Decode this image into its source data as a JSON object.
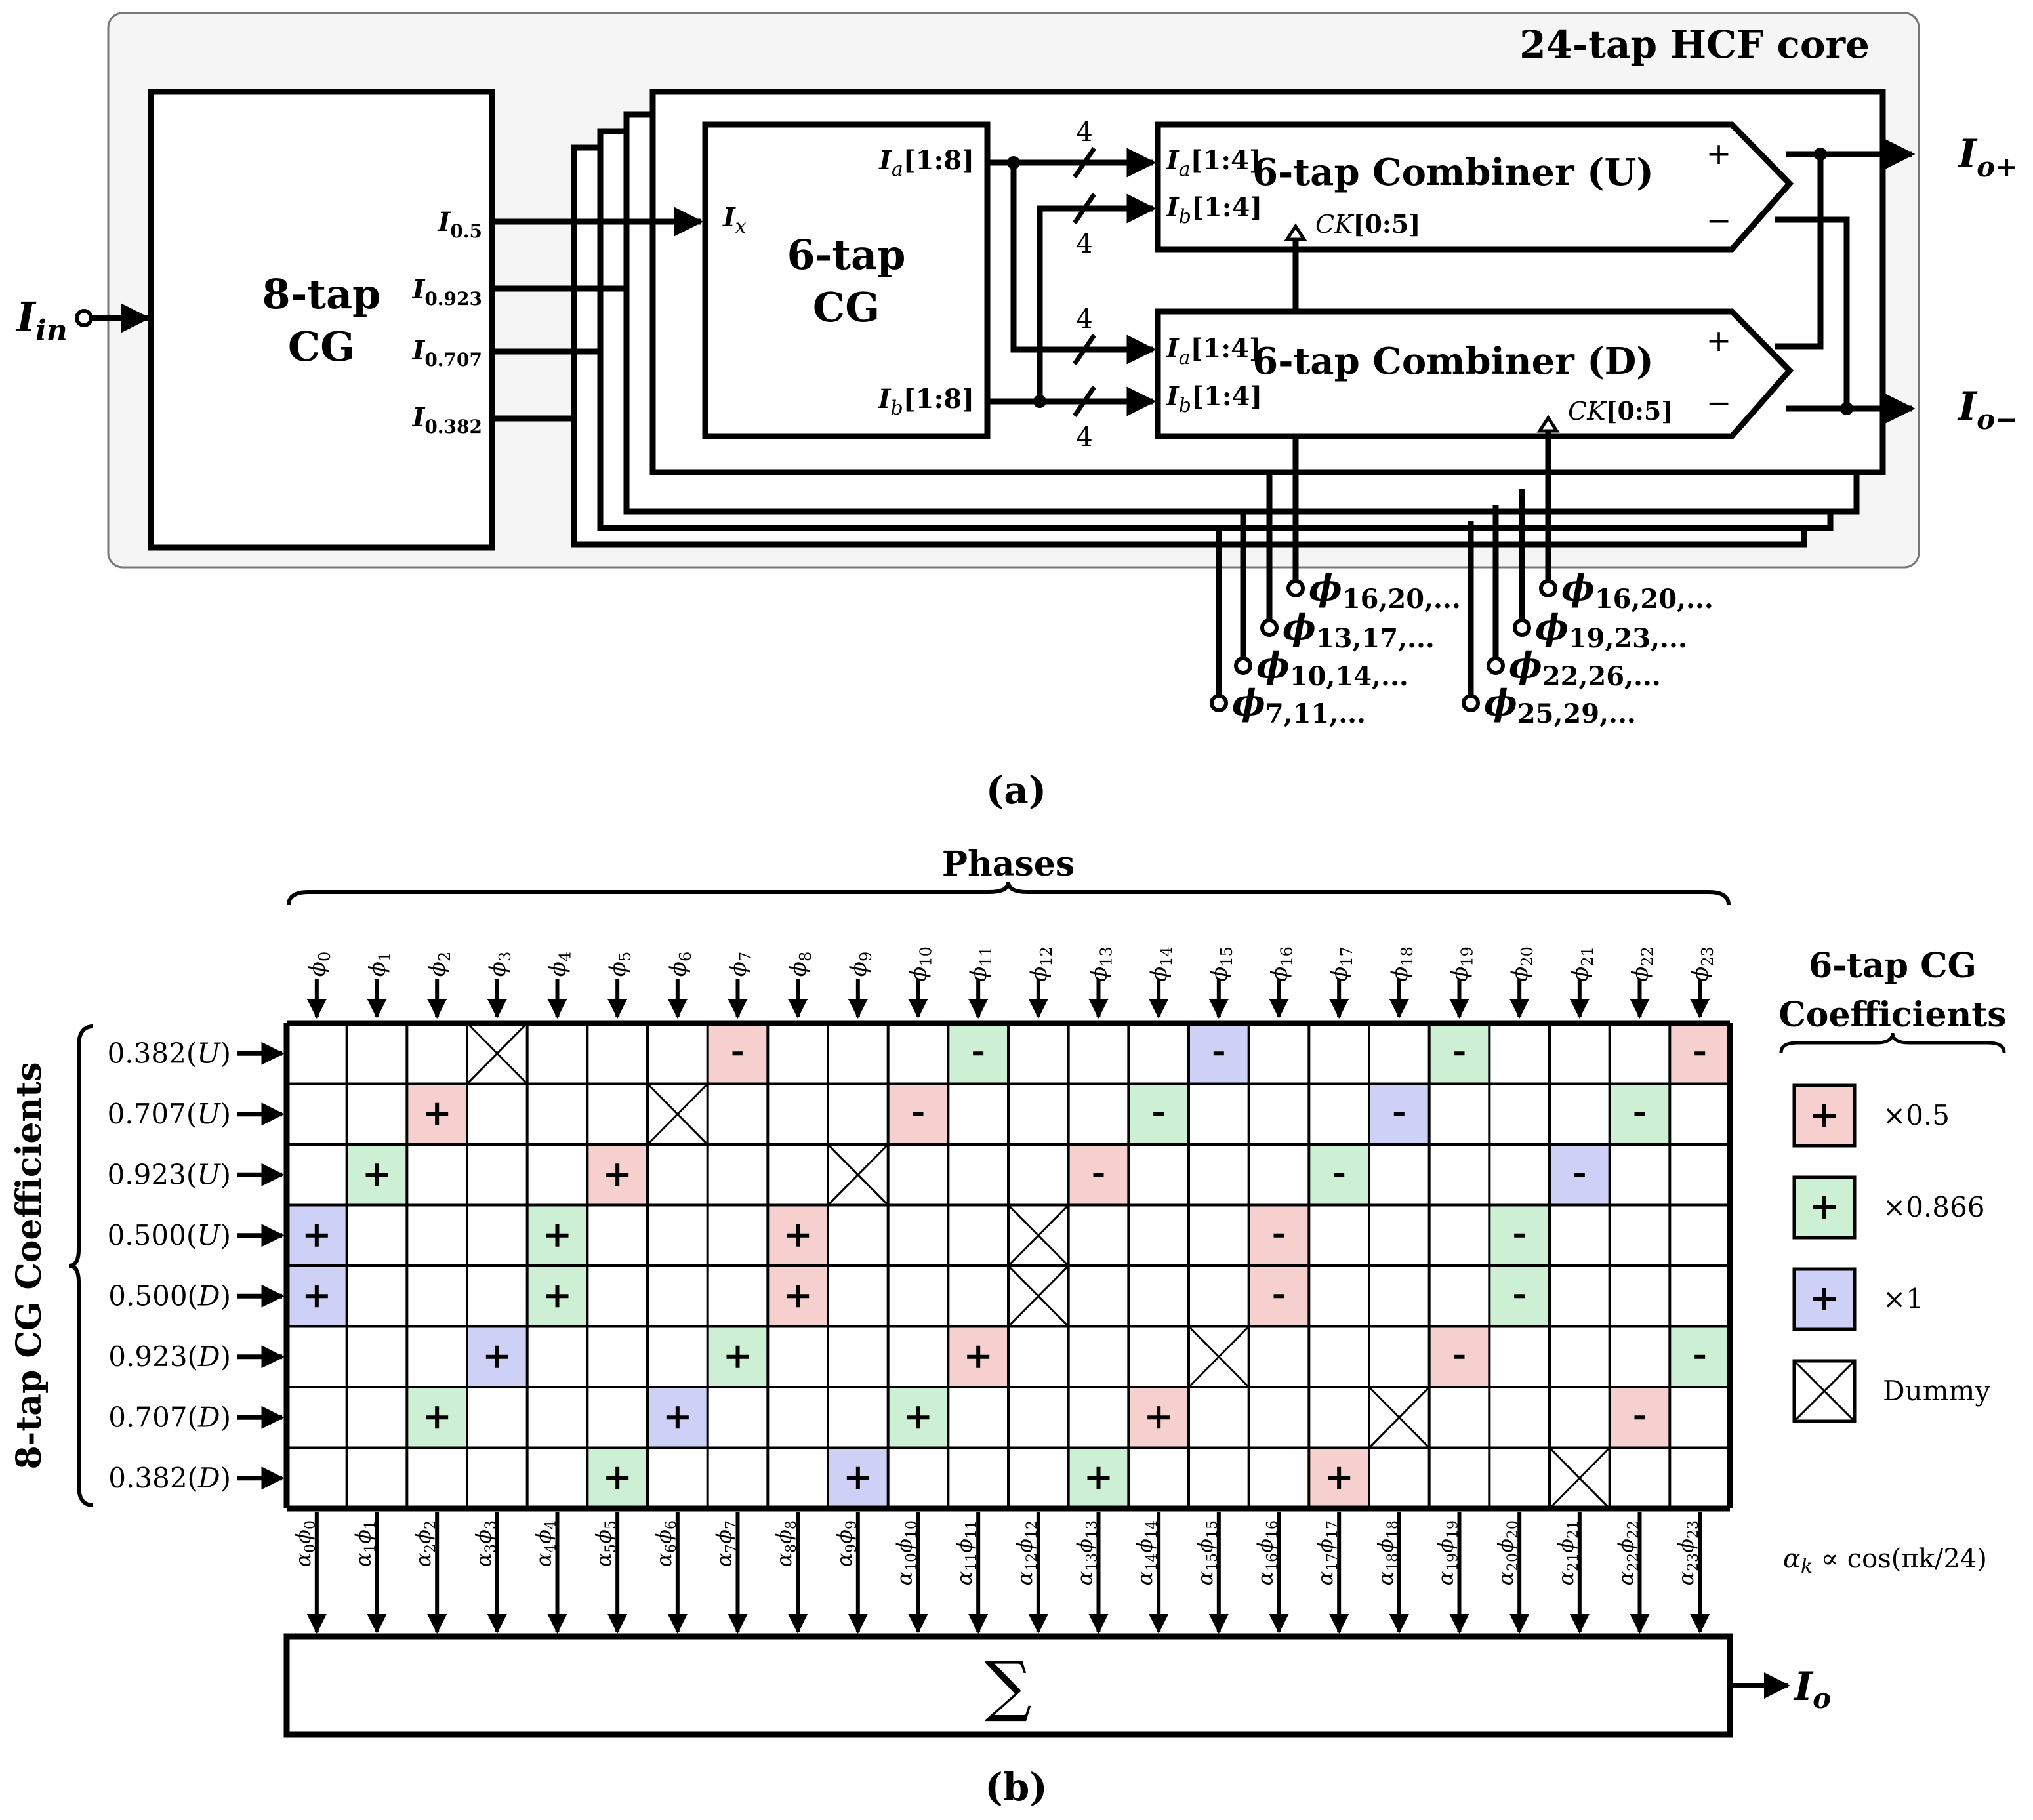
{
  "part_a": {
    "caption": "(a)",
    "core_title": "24-tap HCF core",
    "input_label": "I",
    "input_sub": "in",
    "cg8": {
      "line1": "8-tap",
      "line2": "CG",
      "outputs": [
        {
          "main": "I",
          "sub": "0.5"
        },
        {
          "main": "I",
          "sub": "0.923"
        },
        {
          "main": "I",
          "sub": "0.707"
        },
        {
          "main": "I",
          "sub": "0.382"
        }
      ]
    },
    "cg6": {
      "line1": "6-tap",
      "line2": "CG",
      "in_main": "I",
      "in_sub": "x",
      "out_a_main": "I",
      "out_a_sub": "a",
      "out_a_tail": "[1:8]",
      "out_b_main": "I",
      "out_b_sub": "b",
      "out_b_tail": "[1:8]"
    },
    "bus_width": "4",
    "combiner_u": {
      "title": "6-tap Combiner (U)",
      "in_a": {
        "main": "I",
        "sub": "a",
        "tail": "[1:4]"
      },
      "in_b": {
        "main": "I",
        "sub": "b",
        "tail": "[1:4]"
      },
      "plus": "+",
      "minus": "−",
      "ck": {
        "main": "CK",
        "tail": "[0:5]"
      }
    },
    "combiner_d": {
      "title": "6-tap Combiner (D)",
      "in_a": {
        "main": "I",
        "sub": "a",
        "tail": "[1:4]"
      },
      "in_b": {
        "main": "I",
        "sub": "b",
        "tail": "[1:4]"
      },
      "plus": "+",
      "minus": "−",
      "ck": {
        "main": "CK",
        "tail": "[0:5]"
      }
    },
    "outputs": [
      {
        "main": "I",
        "sub": "o+"
      },
      {
        "main": "I",
        "sub": "o−"
      }
    ],
    "phase_groups_left": [
      "16,20,...",
      "13,17,...",
      "10,14,...",
      "7,11,..."
    ],
    "phase_groups_right": [
      "16,20,...",
      "19,23,...",
      "22,26,...",
      "25,29,..."
    ]
  },
  "part_b": {
    "caption": "(b)",
    "phases_title": "Phases",
    "phase_prefix": "ϕ",
    "row_axis_title": "8-tap CG Coefficients",
    "rows": [
      {
        "value": "0.382",
        "side": "U"
      },
      {
        "value": "0.707",
        "side": "U"
      },
      {
        "value": "0.923",
        "side": "U"
      },
      {
        "value": "0.500",
        "side": "U"
      },
      {
        "value": "0.500",
        "side": "D"
      },
      {
        "value": "0.923",
        "side": "D"
      },
      {
        "value": "0.707",
        "side": "D"
      },
      {
        "value": "0.382",
        "side": "D"
      }
    ],
    "grid_cells": [
      {
        "row": 0,
        "col": 3,
        "kind": "dummy",
        "sign": ""
      },
      {
        "row": 0,
        "col": 7,
        "kind": "red",
        "sign": "-"
      },
      {
        "row": 0,
        "col": 11,
        "kind": "green",
        "sign": "-"
      },
      {
        "row": 0,
        "col": 15,
        "kind": "blue",
        "sign": "-"
      },
      {
        "row": 0,
        "col": 19,
        "kind": "green",
        "sign": "-"
      },
      {
        "row": 0,
        "col": 23,
        "kind": "red",
        "sign": "-"
      },
      {
        "row": 1,
        "col": 2,
        "kind": "red",
        "sign": "+"
      },
      {
        "row": 1,
        "col": 6,
        "kind": "dummy",
        "sign": ""
      },
      {
        "row": 1,
        "col": 10,
        "kind": "red",
        "sign": "-"
      },
      {
        "row": 1,
        "col": 14,
        "kind": "green",
        "sign": "-"
      },
      {
        "row": 1,
        "col": 18,
        "kind": "blue",
        "sign": "-"
      },
      {
        "row": 1,
        "col": 22,
        "kind": "green",
        "sign": "-"
      },
      {
        "row": 2,
        "col": 1,
        "kind": "green",
        "sign": "+"
      },
      {
        "row": 2,
        "col": 5,
        "kind": "red",
        "sign": "+"
      },
      {
        "row": 2,
        "col": 9,
        "kind": "dummy",
        "sign": ""
      },
      {
        "row": 2,
        "col": 13,
        "kind": "red",
        "sign": "-"
      },
      {
        "row": 2,
        "col": 17,
        "kind": "green",
        "sign": "-"
      },
      {
        "row": 2,
        "col": 21,
        "kind": "blue",
        "sign": "-"
      },
      {
        "row": 3,
        "col": 0,
        "kind": "blue",
        "sign": "+"
      },
      {
        "row": 3,
        "col": 4,
        "kind": "green",
        "sign": "+"
      },
      {
        "row": 3,
        "col": 8,
        "kind": "red",
        "sign": "+"
      },
      {
        "row": 3,
        "col": 12,
        "kind": "dummy",
        "sign": ""
      },
      {
        "row": 3,
        "col": 16,
        "kind": "red",
        "sign": "-"
      },
      {
        "row": 3,
        "col": 20,
        "kind": "green",
        "sign": "-"
      },
      {
        "row": 4,
        "col": 0,
        "kind": "blue",
        "sign": "+"
      },
      {
        "row": 4,
        "col": 4,
        "kind": "green",
        "sign": "+"
      },
      {
        "row": 4,
        "col": 8,
        "kind": "red",
        "sign": "+"
      },
      {
        "row": 4,
        "col": 12,
        "kind": "dummy",
        "sign": ""
      },
      {
        "row": 4,
        "col": 16,
        "kind": "red",
        "sign": "-"
      },
      {
        "row": 4,
        "col": 20,
        "kind": "green",
        "sign": "-"
      },
      {
        "row": 5,
        "col": 3,
        "kind": "blue",
        "sign": "+"
      },
      {
        "row": 5,
        "col": 7,
        "kind": "green",
        "sign": "+"
      },
      {
        "row": 5,
        "col": 11,
        "kind": "red",
        "sign": "+"
      },
      {
        "row": 5,
        "col": 15,
        "kind": "dummy",
        "sign": ""
      },
      {
        "row": 5,
        "col": 19,
        "kind": "red",
        "sign": "-"
      },
      {
        "row": 5,
        "col": 23,
        "kind": "green",
        "sign": "-"
      },
      {
        "row": 6,
        "col": 2,
        "kind": "green",
        "sign": "+"
      },
      {
        "row": 6,
        "col": 6,
        "kind": "blue",
        "sign": "+"
      },
      {
        "row": 6,
        "col": 10,
        "kind": "green",
        "sign": "+"
      },
      {
        "row": 6,
        "col": 14,
        "kind": "red",
        "sign": "+"
      },
      {
        "row": 6,
        "col": 18,
        "kind": "dummy",
        "sign": ""
      },
      {
        "row": 6,
        "col": 22,
        "kind": "red",
        "sign": "-"
      },
      {
        "row": 7,
        "col": 5,
        "kind": "green",
        "sign": "+"
      },
      {
        "row": 7,
        "col": 9,
        "kind": "blue",
        "sign": "+"
      },
      {
        "row": 7,
        "col": 13,
        "kind": "green",
        "sign": "+"
      },
      {
        "row": 7,
        "col": 17,
        "kind": "red",
        "sign": "+"
      },
      {
        "row": 7,
        "col": 21,
        "kind": "dummy",
        "sign": ""
      }
    ],
    "legend_title_line1": "6-tap CG",
    "legend_title_line2": "Coefficients",
    "legend": [
      {
        "kind": "red",
        "sign": "+",
        "label": "×0.5"
      },
      {
        "kind": "green",
        "sign": "+",
        "label": "×0.866"
      },
      {
        "kind": "blue",
        "sign": "+",
        "label": "×1"
      },
      {
        "kind": "dummy",
        "sign": "",
        "label": "Dummy"
      }
    ],
    "alpha_prefix": "α",
    "alpha_formula_lhs": "α",
    "alpha_formula_sub": "k",
    "alpha_formula_rhs": " ∝ cos(πk/24)",
    "sum_symbol": "∑",
    "sum_output_main": "I",
    "sum_output_sub": "o"
  },
  "colors": {
    "red": "#f6cfcf",
    "green": "#cdf0d4",
    "blue": "#cfd0f6",
    "core_bg": "#f5f5f5",
    "core_border": "#777777",
    "stroke": "#000000"
  }
}
